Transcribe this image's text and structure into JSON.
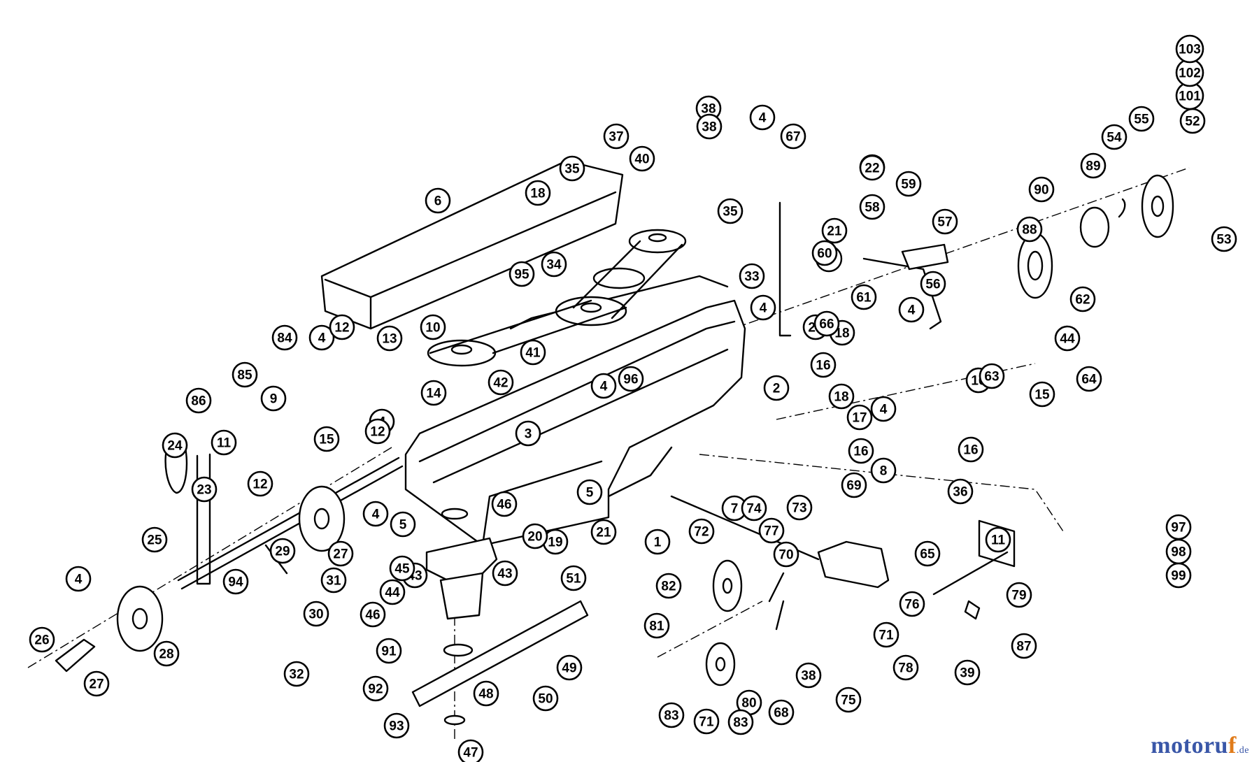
{
  "watermark": {
    "main": "motoru",
    "accent": "f",
    "suffix": ".de",
    "main_color": "#3a57a8",
    "accent_color": "#e07b1a"
  },
  "callouts": [
    "1",
    "2",
    "3",
    "4",
    "4",
    "4",
    "4",
    "4",
    "4",
    "4",
    "4",
    "4",
    "5",
    "5",
    "6",
    "7",
    "8",
    "9",
    "10",
    "11",
    "11",
    "12",
    "12",
    "12",
    "13",
    "14",
    "15",
    "15",
    "15",
    "16",
    "16",
    "16",
    "16",
    "17",
    "18",
    "18",
    "18",
    "19",
    "20",
    "21",
    "21",
    "22",
    "23",
    "24",
    "25",
    "26",
    "27",
    "27",
    "28",
    "28",
    "29",
    "30",
    "31",
    "32",
    "33",
    "34",
    "35",
    "35",
    "36",
    "37",
    "38",
    "38",
    "38",
    "39",
    "40",
    "41",
    "42",
    "43",
    "43",
    "44",
    "44",
    "45",
    "46",
    "46",
    "47",
    "48",
    "49",
    "50",
    "51",
    "52",
    "53",
    "54",
    "55",
    "56",
    "57",
    "58",
    "59",
    "60",
    "61",
    "62",
    "63",
    "64",
    "65",
    "66",
    "67",
    "68",
    "69",
    "70",
    "71",
    "71",
    "72",
    "73",
    "74",
    "75",
    "76",
    "77",
    "78",
    "79",
    "80",
    "81",
    "82",
    "83",
    "83",
    "84",
    "85",
    "86",
    "87",
    "88",
    "89",
    "90",
    "91",
    "92",
    "93",
    "94",
    "95",
    "96",
    "97",
    "98",
    "99",
    "101",
    "102",
    "103"
  ]
}
